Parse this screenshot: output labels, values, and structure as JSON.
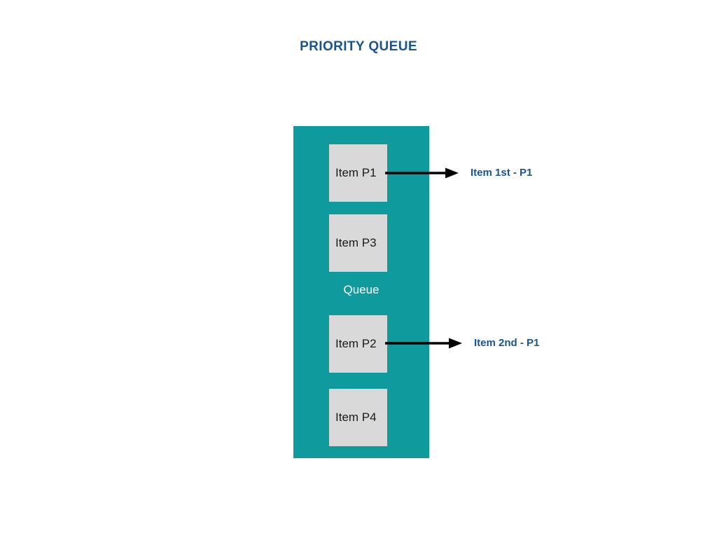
{
  "diagram": {
    "title": "PRIORITY QUEUE",
    "title_color": "#1a5490",
    "container": {
      "name": "Queue",
      "caption": "Queue",
      "fill_color": "#0f9a9e",
      "caption_color": "#ffffff"
    },
    "item_fill_color": "#d9d9d9",
    "item_text_color": "#1a1a1a",
    "items": [
      {
        "label": "Item P1",
        "priority": "P1"
      },
      {
        "label": "Item P3",
        "priority": "P3"
      },
      {
        "label": "Item P2",
        "priority": "P2"
      },
      {
        "label": "Item P4",
        "priority": "P4"
      }
    ],
    "outputs": [
      {
        "label": "Item 1st - P1",
        "from_item": "Item P1"
      },
      {
        "label": "Item 2nd - P1",
        "from_item": "Item P2"
      }
    ],
    "arrow_color": "#000000"
  }
}
